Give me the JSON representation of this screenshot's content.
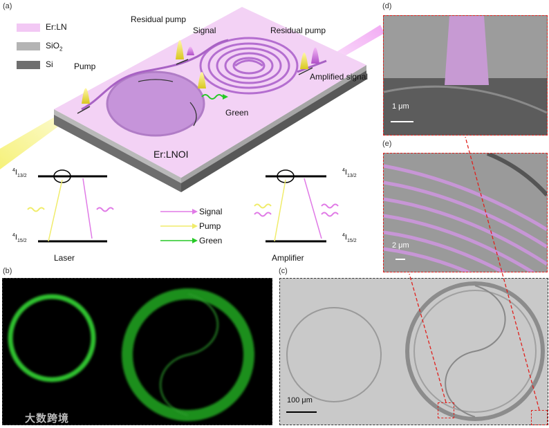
{
  "panels": {
    "a": "(a)",
    "b": "(b)",
    "c": "(c)",
    "d": "(d)",
    "e": "(e)"
  },
  "legend": [
    {
      "label": "Er:LN",
      "color": "#f2c8f4"
    },
    {
      "label": "SiO",
      "sub": "2",
      "color": "#b4b4b4"
    },
    {
      "label": "Si",
      "color": "#6e6e6e"
    }
  ],
  "device": {
    "pump": "Pump",
    "residual_pump_left": "Residual pump",
    "signal": "Signal",
    "residual_pump_right": "Residual pump",
    "amplified_signal": "Amplified signal",
    "green": "Green",
    "chip": "Er:LNOI"
  },
  "levels": {
    "upper": {
      "sup": "4",
      "main": "I",
      "sub": "13/2"
    },
    "lower": {
      "sup": "4",
      "main": "I",
      "sub": "15/2"
    },
    "laser": "Laser",
    "amplifier": "Amplifier"
  },
  "arrows_legend": [
    {
      "label": "Signal",
      "color": "#e07ae6"
    },
    {
      "label": "Pump",
      "color": "#f0ec6a"
    },
    {
      "label": "Green",
      "color": "#26c926"
    }
  ],
  "scale_bars": {
    "c": "100 μm",
    "d": "1 μm",
    "e": "2 μm"
  },
  "watermark": "大数跨境"
}
